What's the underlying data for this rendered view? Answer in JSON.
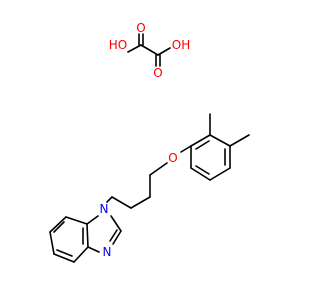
{
  "atoms": {
    "oxalic_oh_left": {
      "text": "HO",
      "color": "#ff0000"
    },
    "oxalic_oh_right": {
      "text": "OH",
      "color": "#ff0000"
    },
    "oxalic_o_upper": {
      "text": "O",
      "color": "#ff0000"
    },
    "oxalic_o_lower": {
      "text": "O",
      "color": "#ff0000"
    },
    "ether_o": {
      "text": "O",
      "color": "#ff0000"
    },
    "imidazole_n1": {
      "text": "N",
      "color": "#0000ff"
    },
    "imidazole_n3": {
      "text": "N",
      "color": "#0000ff"
    }
  },
  "colors": {
    "bond": "#000000",
    "oxygen": "#ff0000",
    "nitrogen": "#0000ff"
  }
}
